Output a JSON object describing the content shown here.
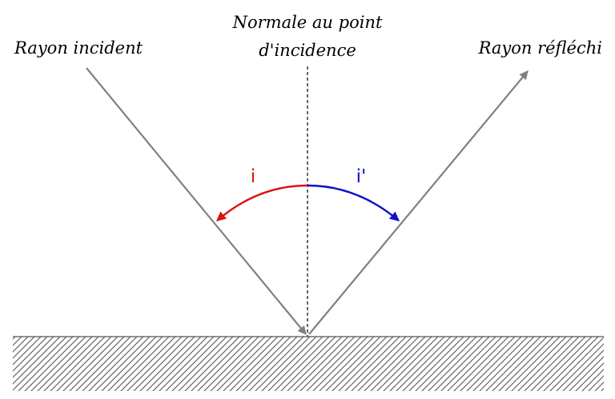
{
  "labels": {
    "incident_ray": "Rayon incident",
    "reflected_ray": "Rayon réfléchi",
    "normal_line1": "Normale au point",
    "normal_line2": "d'incidence",
    "angle_incidence": "i",
    "angle_reflection": "i'"
  },
  "colors": {
    "ray": "#808080",
    "normal": "#000000",
    "angle_incidence": "#dd1111",
    "angle_reflection": "#1111cc",
    "surface_hatch": "#555555"
  }
}
